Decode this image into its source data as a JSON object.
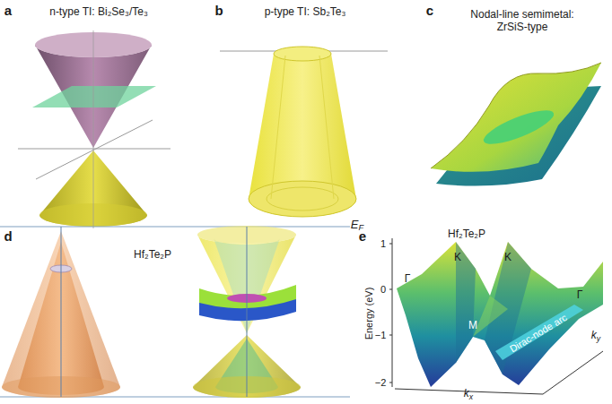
{
  "diagram": {
    "labels": [
      "a",
      "n-type TI: Bi₂Se₃/Te₃",
      "b",
      "p-type TI: Sb₂Te₃",
      "c",
      "Nodal-line semimetal: ZrSiS-type",
      "d",
      "Hf₂Te₂P",
      "EF",
      "e",
      "Hf₂Te₂P",
      "1",
      "0",
      "−1",
      "−2",
      "Energy (eV)",
      "Γ",
      "K",
      "K",
      "M",
      "Γ",
      "Dirac-node arc",
      "kx",
      "ky"
    ]
  }
}
